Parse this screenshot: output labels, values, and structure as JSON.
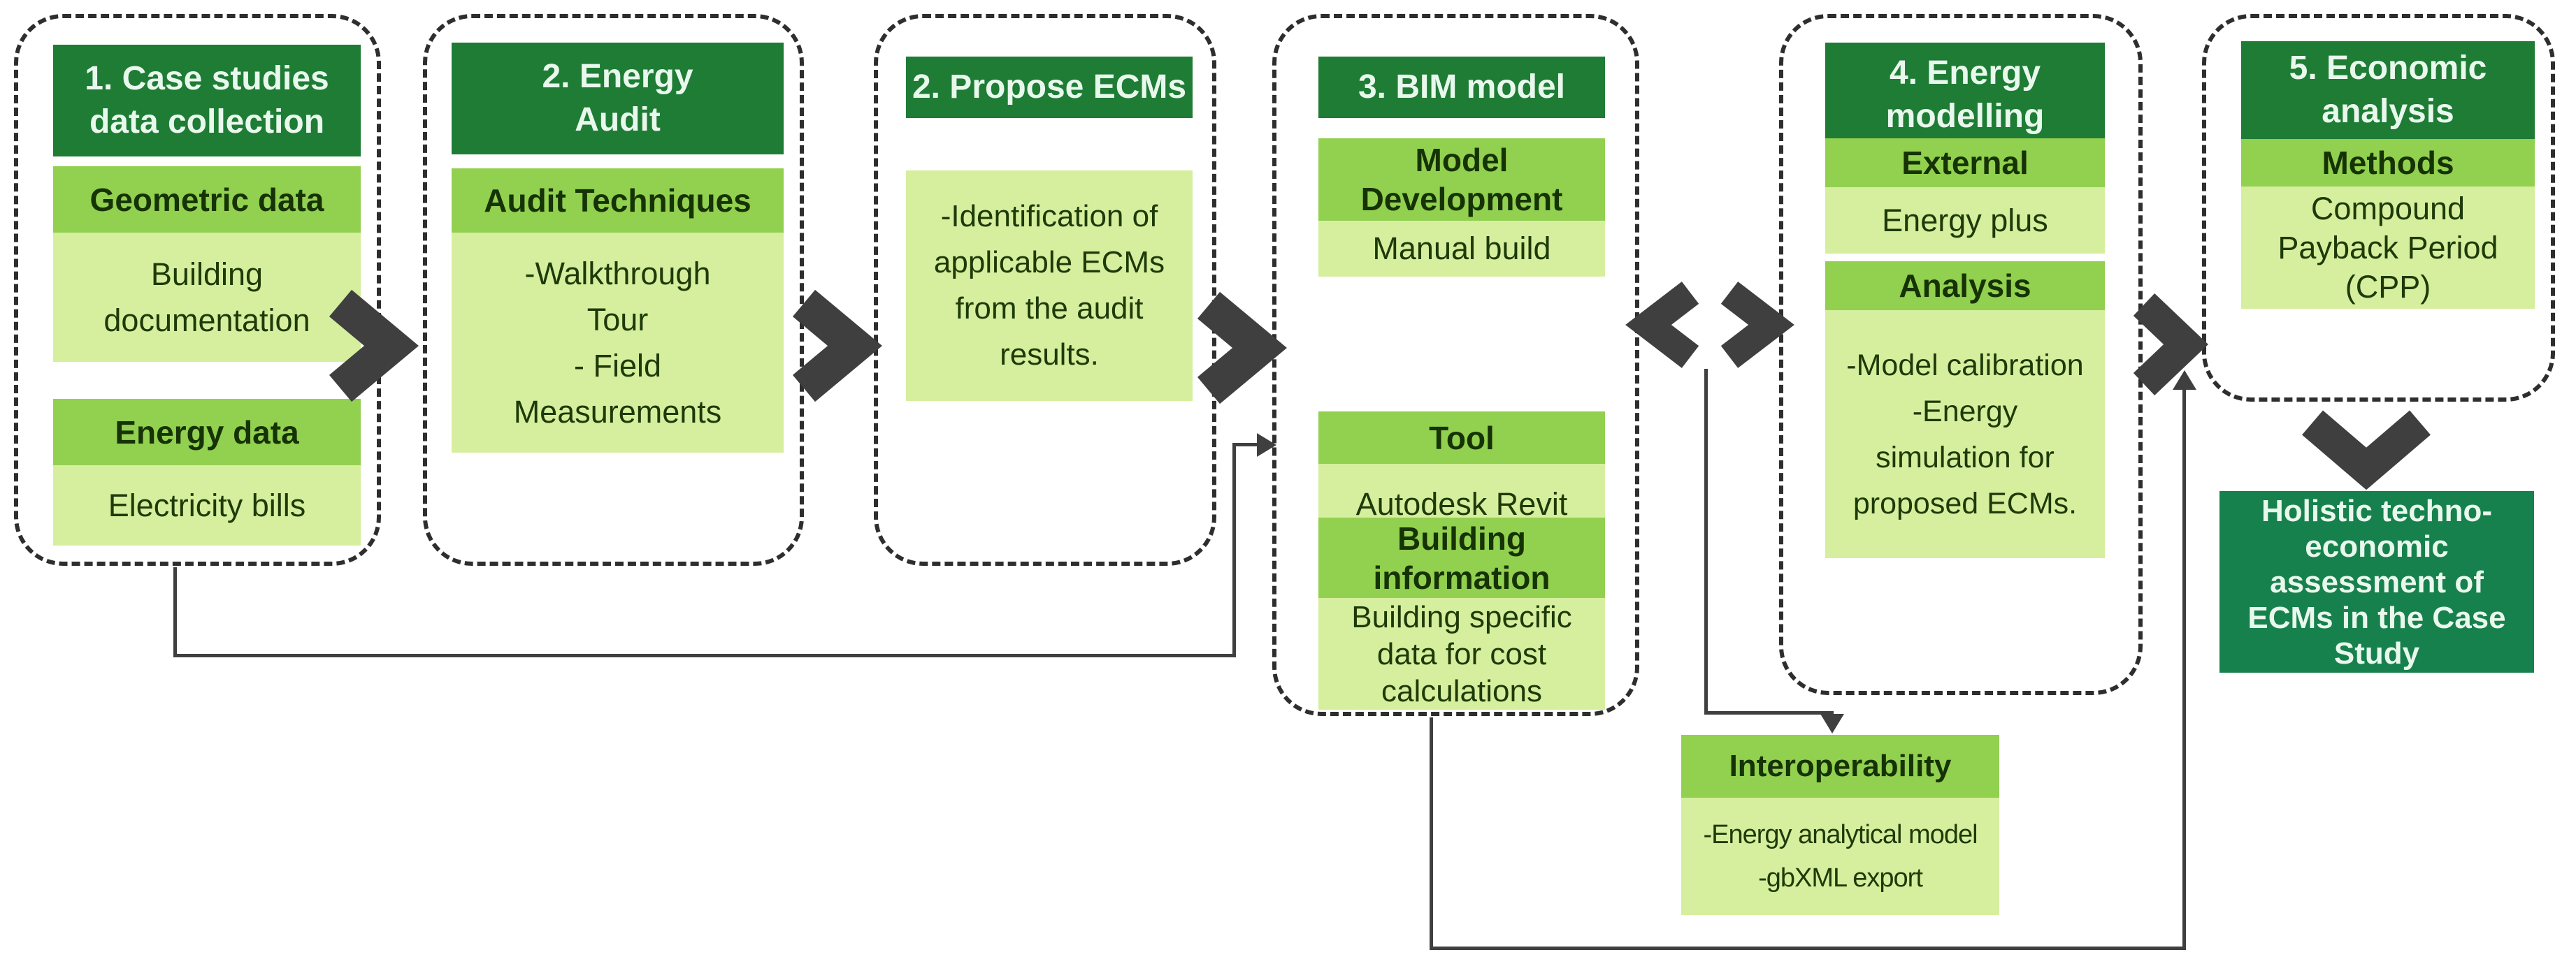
{
  "diagram": {
    "title": "BIM-based energy retrofit methodology flowchart",
    "columns": [
      {
        "id": "case-studies-data-collection",
        "header": "1. Case studies\ndata collection",
        "sections": [
          {
            "title": "Geometric data",
            "body": "Building\ndocumentation"
          },
          {
            "title": "Energy data",
            "body": "Electricity bills"
          }
        ]
      },
      {
        "id": "energy-audit",
        "header": "2. Energy\nAudit",
        "sections": [
          {
            "title": "Audit Techniques",
            "body": "-Walkthrough\nTour\n- Field\nMeasurements"
          }
        ]
      },
      {
        "id": "propose-ecms",
        "header": "2. Propose ECMs",
        "sections": [
          {
            "title": "",
            "body": "-Identification of\napplicable ECMs\nfrom the audit\nresults."
          }
        ]
      },
      {
        "id": "bim-model",
        "header": "3. BIM model",
        "sections": [
          {
            "title": "Model\nDevelopment",
            "body": "Manual build"
          },
          {
            "title": "Tool",
            "body": "Autodesk Revit"
          },
          {
            "title": "Building\ninformation",
            "body": "Building specific\ndata for cost\ncalculations"
          }
        ]
      },
      {
        "id": "energy-modelling",
        "header": "4. Energy\nmodelling",
        "sections": [
          {
            "title": "External",
            "body": "Energy plus"
          },
          {
            "title": "Analysis",
            "body": "-Model calibration\n-Energy\nsimulation for\nproposed ECMs."
          }
        ]
      },
      {
        "id": "economic-analysis",
        "header": "5. Economic\nanalysis",
        "sections": [
          {
            "title": "Methods",
            "body": "Compound\nPayback Period\n(CPP)"
          }
        ]
      }
    ],
    "interoperability": {
      "title": "Interoperability",
      "body": "-Energy analytical model\n-gbXML export"
    },
    "outcome": "Holistic techno-\neconomic\nassessment of\nECMs in the Case\nStudy",
    "icons": [
      "chevron-right-icon",
      "chevron-left-icon",
      "chevron-down-icon",
      "arrow-right-icon",
      "arrow-up-icon",
      "arrow-down-icon"
    ],
    "colors": {
      "dark_green": "#1e7c35",
      "outcome_green": "#17814d",
      "medium_green": "#92d050",
      "light_green": "#d6ef9e",
      "connector_gray": "#3f3f3f",
      "dashed_border": "#2e2e2e",
      "header_text": "#e9f8ed",
      "body_text": "#1e3a08"
    }
  }
}
